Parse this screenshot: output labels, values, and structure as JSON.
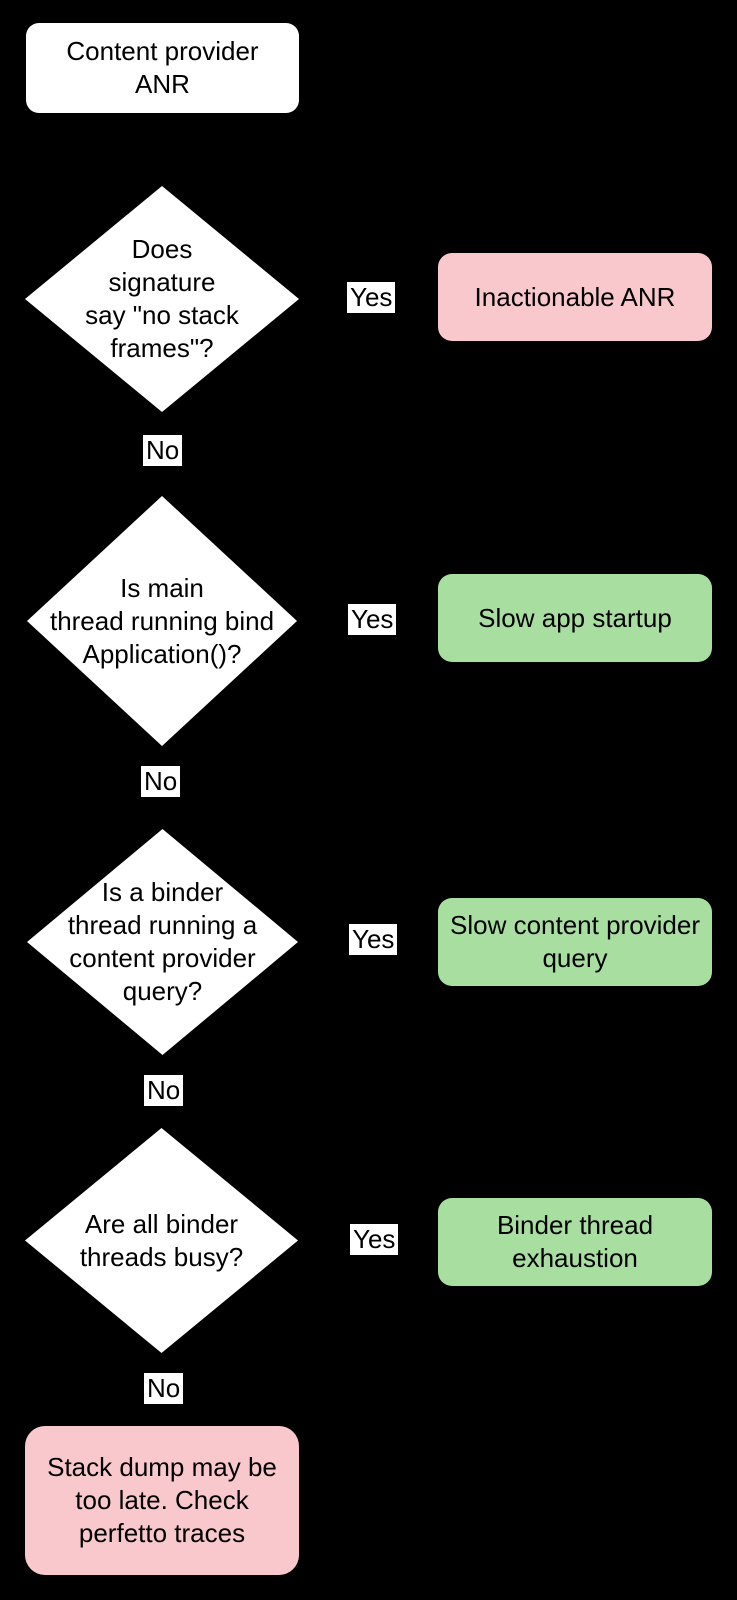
{
  "colors": {
    "background": "#000000",
    "node_fill": "#ffffff",
    "pink": "#f9c8cc",
    "green": "#a8dfa0",
    "text": "#000000"
  },
  "start": {
    "lines": [
      "Content provider",
      "ANR"
    ]
  },
  "decisions": [
    {
      "question_lines": [
        "Does",
        "signature",
        "say \"no stack",
        "frames\"?"
      ],
      "yes_label": "Yes",
      "no_label": "No",
      "outcome": {
        "lines": [
          "Inactionable ANR"
        ],
        "type": "negative"
      }
    },
    {
      "question_lines": [
        "Is main",
        "thread running bind",
        "Application()?"
      ],
      "yes_label": "Yes",
      "no_label": "No",
      "outcome": {
        "lines": [
          "Slow app startup"
        ],
        "type": "positive"
      }
    },
    {
      "question_lines": [
        "Is a binder",
        "thread running a",
        "content provider",
        "query?"
      ],
      "yes_label": "Yes",
      "no_label": "No",
      "outcome": {
        "lines": [
          "Slow content provider",
          "query"
        ],
        "type": "positive"
      }
    },
    {
      "question_lines": [
        "Are all binder",
        "threads busy?"
      ],
      "yes_label": "Yes",
      "no_label": "No",
      "outcome": {
        "lines": [
          "Binder thread",
          "exhaustion"
        ],
        "type": "negative-fallthrough-next"
      }
    }
  ],
  "final": {
    "lines": [
      "Stack dump may be",
      "too late. Check",
      "perfetto traces"
    ]
  }
}
